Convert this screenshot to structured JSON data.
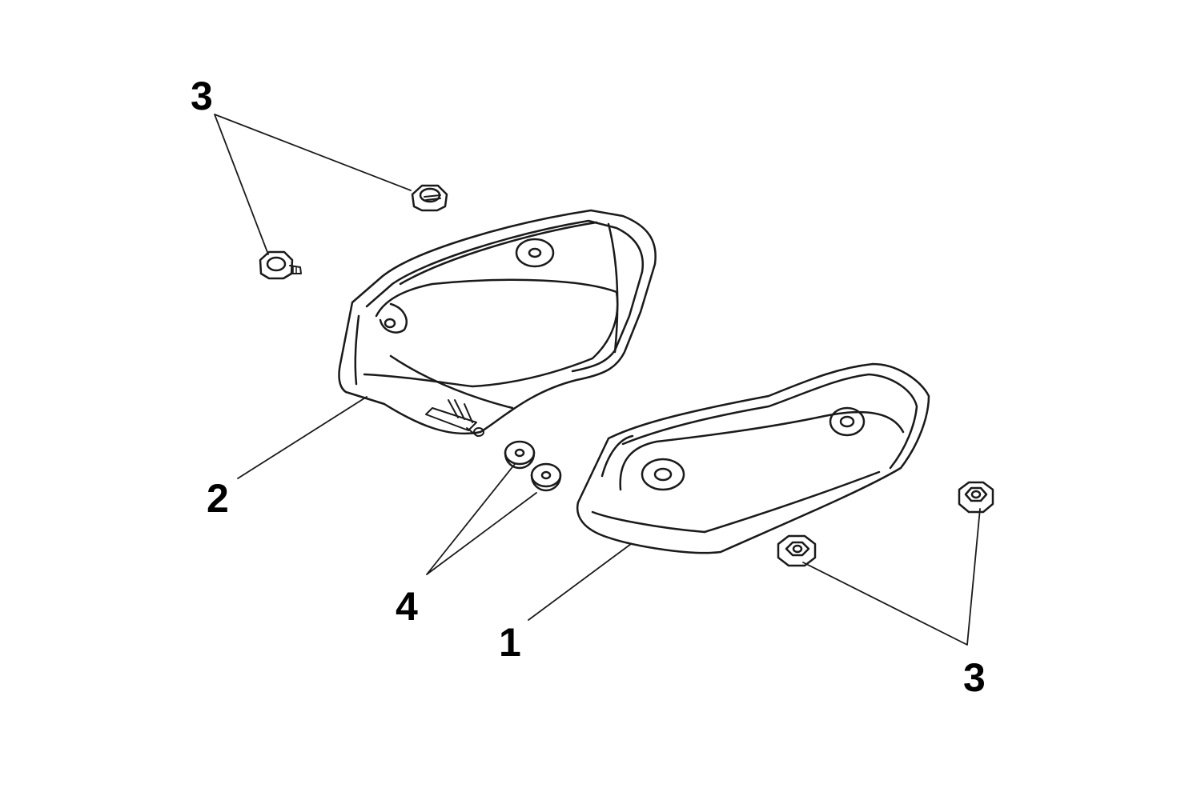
{
  "diagram": {
    "type": "exploded-parts-view",
    "line_color": "#1a1a1a",
    "background": "#ffffff",
    "parts": [
      {
        "id": "cover-right",
        "callout": "1"
      },
      {
        "id": "cover-left",
        "callout": "2"
      },
      {
        "id": "fasteners",
        "callout": "3"
      },
      {
        "id": "washers",
        "callout": "4"
      }
    ]
  },
  "callouts": {
    "c3_top": "3",
    "c2": "2",
    "c4": "4",
    "c1": "1",
    "c3_bottom": "3"
  }
}
